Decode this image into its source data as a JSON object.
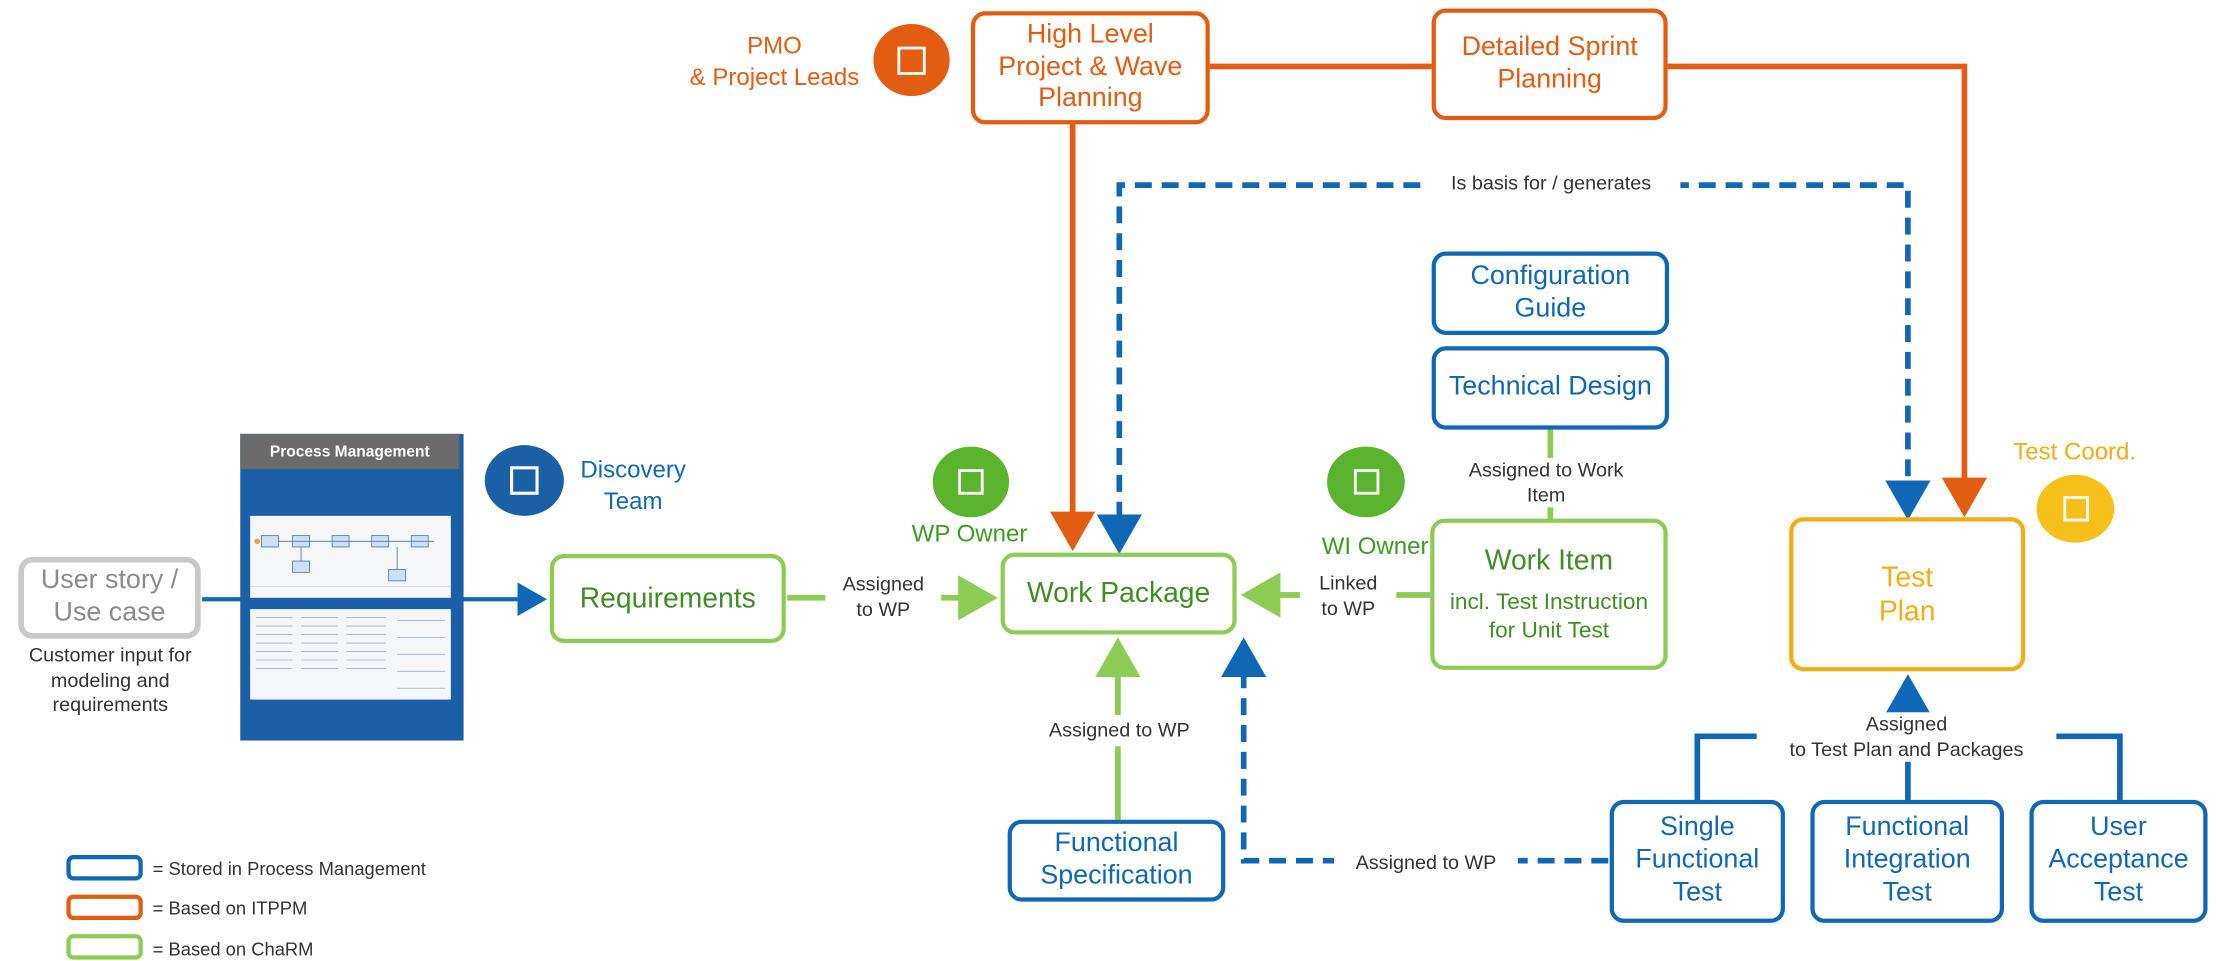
{
  "legend": [
    {
      "text": "= Stored in Process Management",
      "color": "#1067b5"
    },
    {
      "text": "= Based on ITPPM",
      "color": "#e25c12"
    },
    {
      "text": "= Based on ChaRM",
      "color": "#8ccc55"
    }
  ],
  "colors": {
    "blue": "#1067b5",
    "orange": "#e25c12",
    "green": "#8ccc55",
    "green_text": "#3f8e24",
    "yellow": "#f2ac16",
    "gray": "#c9c9c9"
  },
  "boxes": {
    "user_story": "User story /\nUse case",
    "requirements": "Requirements",
    "work_package": "Work Package",
    "functional_spec": "Functional\nSpecification",
    "high_level": "High Level\nProject & Wave\nPlanning",
    "detailed_sprint": "Detailed Sprint\nPlanning",
    "config_guide": "Configuration\nGuide",
    "technical_design": "Technical Design",
    "work_item_title": "Work Item",
    "work_item_sub": "incl. Test Instruction\nfor Unit Test",
    "test_plan": "Test\nPlan",
    "single_functional_test": "Single\nFunctional\nTest",
    "functional_integration_test": "Functional\nIntegration\nTest",
    "user_acceptance_test": "User\nAcceptance\nTest"
  },
  "labels": {
    "customer_input": "Customer input for\nmodeling and\nrequirements",
    "assigned_to_wp_1": "Assigned\nto WP",
    "linked_to_wp": "Linked\nto WP",
    "assigned_to_wp_2": "Assigned to WP",
    "assigned_to_wp_3": "Assigned to WP",
    "is_basis_for": "Is basis for / generates",
    "assigned_to_work_item": "Assigned to Work\nItem",
    "assigned_to_test_plan": "Assigned\nto Test Plan and Packages"
  },
  "roles": {
    "pmo": "PMO\n& Project Leads",
    "discovery": "Discovery\nTeam",
    "wp_owner": "WP Owner",
    "wi_owner": "WI Owner",
    "test_coord": "Test Coord."
  },
  "icons": {
    "pmo": "people-icon",
    "discovery": "square-icon",
    "wp_owner": "person-icon",
    "wi_owner": "person-icon",
    "test_coord": "person-icon"
  },
  "screenshot": {
    "title": "Process Management"
  }
}
